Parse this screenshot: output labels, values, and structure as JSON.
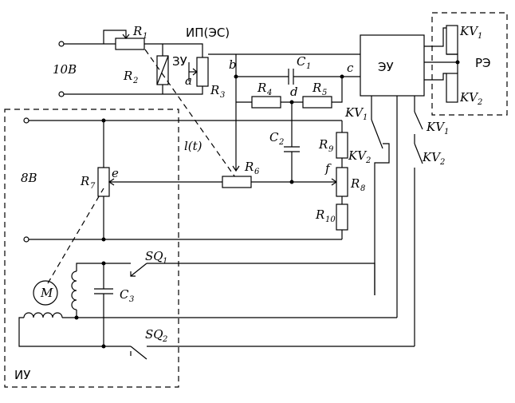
{
  "labels": {
    "r1": "R",
    "r1_sub": "1",
    "r2": "R",
    "r2_sub": "2",
    "r3": "R",
    "r3_sub": "3",
    "r4": "R",
    "r4_sub": "4",
    "r5": "R",
    "r5_sub": "5",
    "r6": "R",
    "r6_sub": "6",
    "r7": "R",
    "r7_sub": "7",
    "r8": "R",
    "r8_sub": "8",
    "r9": "R",
    "r9_sub": "9",
    "r10": "R",
    "r10_sub": "10",
    "c1": "C",
    "c1_sub": "1",
    "c2": "C",
    "c2_sub": "2",
    "c3": "C",
    "c3_sub": "3",
    "kv1_top": "KV",
    "kv1_top_sub": "1",
    "kv2_top": "KV",
    "kv2_top_sub": "2",
    "kv1_a": "KV",
    "kv1_a_sub": "1",
    "kv2_a": "KV",
    "kv2_a_sub": "2",
    "kv1_b": "KV",
    "kv1_b_sub": "1",
    "kv2_b": "KV",
    "kv2_b_sub": "2",
    "sq1": "SQ",
    "sq1_sub": "1",
    "sq2": "SQ",
    "sq2_sub": "2",
    "voltage_10": "10В",
    "voltage_8": "8В",
    "ip_es": "ИП(ЭС)",
    "zu": "ЗУ",
    "eu": "ЭУ",
    "re": "РЭ",
    "iu": "ИУ",
    "motor": "M",
    "node_a": "a",
    "node_b": "b",
    "node_c": "c",
    "node_d": "d",
    "node_e": "e",
    "node_f": "f",
    "lt": "l(t)"
  }
}
